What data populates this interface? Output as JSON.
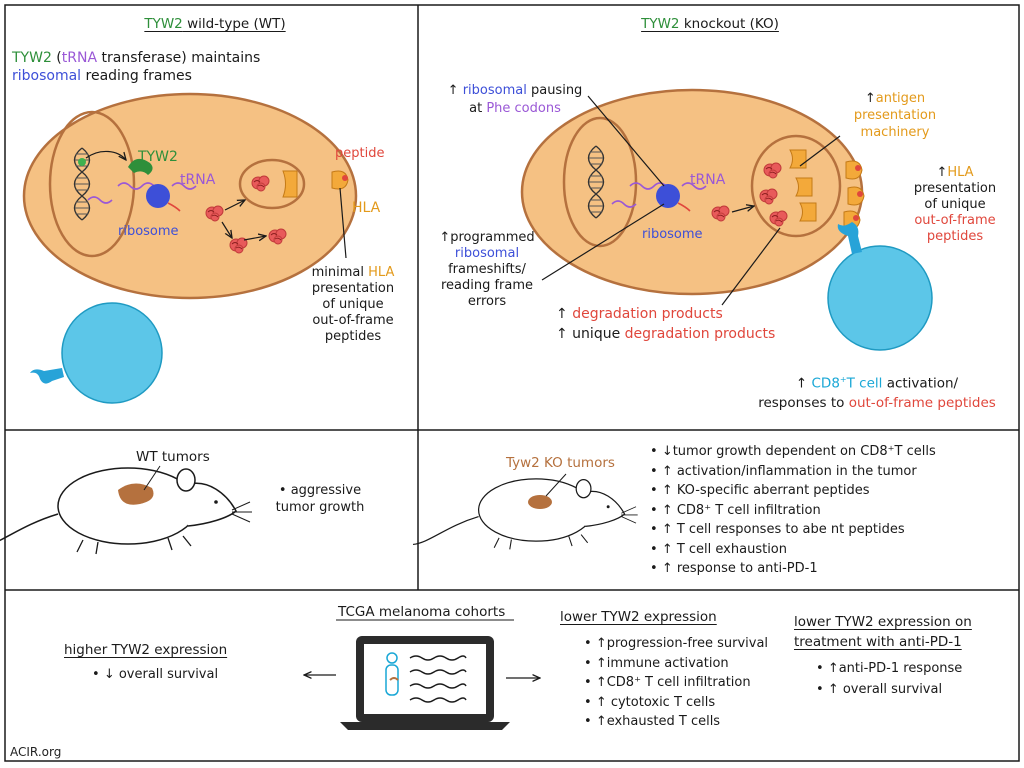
{
  "panel_wt": {
    "title_gene": "TYW2",
    "title_rest": " wild-type (WT)",
    "intro_gene": "TYW2",
    "intro_open": " (",
    "intro_trna": "tRNA",
    "intro_mid": " transferase) maintains",
    "intro_ribosomal": "ribosomal",
    "intro_end": " reading frames",
    "label_tyw2": "TYW2",
    "label_trna": "tRNA",
    "label_ribosome": "ribosome",
    "label_peptide": "peptide",
    "label_hla": "HLA",
    "minimal_1": "minimal ",
    "minimal_hla": "HLA",
    "minimal_2": "presentation",
    "minimal_3": "of unique",
    "minimal_4": "out-of-frame",
    "minimal_5": "peptides"
  },
  "panel_ko": {
    "title_gene": "TYW2",
    "title_rest": " knockout (KO)",
    "pausing_1": "↑ ",
    "pausing_ribosomal": "ribosomal",
    "pausing_2": " pausing",
    "pausing_3": "at ",
    "pausing_phe": "Phe codons",
    "apm_1": "↑",
    "apm_2": "antigen",
    "apm_3": "presentation",
    "apm_4": "machinery",
    "hla_1": "↑",
    "hla_2": "HLA",
    "hla_3": "presentation",
    "hla_4": "of unique",
    "hla_5": "out-of-frame",
    "hla_6": "peptides",
    "label_trna": "tRNA",
    "label_ribosome": "ribosome",
    "prog_1": "↑programmed",
    "prog_2": "ribosomal",
    "prog_3": "frameshifts/",
    "prog_4": "reading frame",
    "prog_5": "errors",
    "deg_1_arrow": "↑ ",
    "deg_1": "degradation products",
    "deg_2_arrow": "↑ unique ",
    "deg_2": "degradation products",
    "cd8_arrow": "↑ ",
    "cd8_text": "CD8",
    "cd8_sup": "+",
    "cd8_tcell": "T cell",
    "cd8_rest": " activation/",
    "resp_1": "responses to ",
    "resp_2": "out-of-frame peptides"
  },
  "mouse_wt": {
    "label": "WT tumors",
    "bullet": "aggressive",
    "bullet_2": "tumor growth"
  },
  "mouse_ko": {
    "label": "Tyw2 KO tumors",
    "bullets": [
      "↓tumor growth dependent on CD8⁺T cells",
      "↑ activation/inflammation in the tumor",
      "↑ KO-specific aberrant peptides",
      "↑ CD8⁺ T cell infiltration",
      "↑ T cell responses to abe     nt peptides",
      "↑ T cell exhaustion",
      "↑ response to anti-PD-1"
    ]
  },
  "tcga": {
    "title": "TCGA melanoma cohorts",
    "higher_title": "higher TYW2 expression",
    "higher_bullet": "↓ overall survival",
    "lower_title": "lower TYW2 expression",
    "lower_bullets": [
      "↑progression-free survival",
      "↑immune activation",
      "↑CD8⁺ T cell infiltration",
      "↑ cytotoxic  T cells",
      "↑exhausted T cells"
    ],
    "treat_title_1": "lower TYW2 expression on",
    "treat_title_2": "treatment with anti-PD-1",
    "treat_bullets": [
      "↑anti-PD-1 response",
      "↑ overall survival"
    ]
  },
  "footer": {
    "source": "ACIR.org"
  },
  "colors": {
    "cell_fill": "#f5c183",
    "cell_stroke": "#b5713e",
    "tcell": "#5cc6e8",
    "hla": "#f3a93a",
    "green": "#2e8f3a",
    "purple": "#9a58d6",
    "blue": "#3d4fd8",
    "red": "#e0473c"
  }
}
